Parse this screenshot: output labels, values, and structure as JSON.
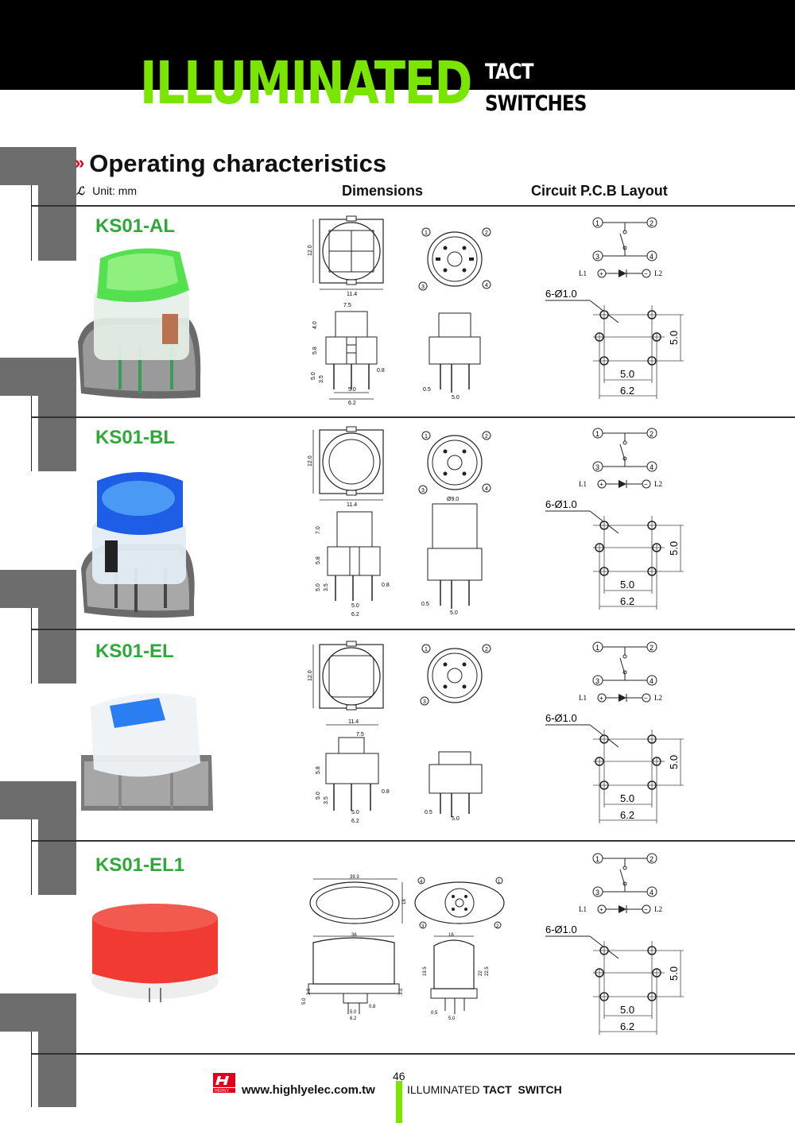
{
  "header": {
    "title_main": "ILLUMINATED",
    "title_line1": "TACT",
    "title_line2": "SWITCHES"
  },
  "section": {
    "arrows": "»",
    "title": "Operating characteristics",
    "unit": "Unit: mm",
    "col_dimensions": "Dimensions",
    "col_pcb": "Circuit  P.C.B Layout"
  },
  "products": [
    {
      "model": "KS01-AL",
      "cap_color": "#4fe04a"
    },
    {
      "model": "KS01-BL",
      "cap_color": "#2d78f0"
    },
    {
      "model": "KS01-EL",
      "cap_color": "#2a7ef2"
    },
    {
      "model": "KS01-EL1",
      "cap_color": "#f03a32"
    }
  ],
  "dims": {
    "d12": "12.0",
    "d114": "11.4",
    "d75": "7.5",
    "d40": "4.0",
    "d58": "5.8",
    "d50": "5.0",
    "d35": "3.5",
    "d08": "0.8",
    "d62": "6.2",
    "d05": "0.5",
    "d70": "7.0",
    "d90": "Ø9.0",
    "d393": "39.3",
    "d36": "36",
    "d16": "16",
    "d18": "18",
    "d195": "19.5",
    "d22": "22",
    "d225": "22.5",
    "d30": "3.0"
  },
  "circuit": {
    "p1": "1",
    "p2": "2",
    "p3": "3",
    "p4": "4",
    "l1": "L1",
    "l2": "L2",
    "plus": "+",
    "minus": "−",
    "hole": "6-Ø1.0",
    "s50": "5.0",
    "s62": "6.2"
  },
  "footer": {
    "page": "46",
    "url": "www.highlyelec.com.tw",
    "r1": "ILLUMINATED",
    "r2": "TACT",
    "r3": "SWITCH",
    "logo_text": "HIGHLY"
  }
}
